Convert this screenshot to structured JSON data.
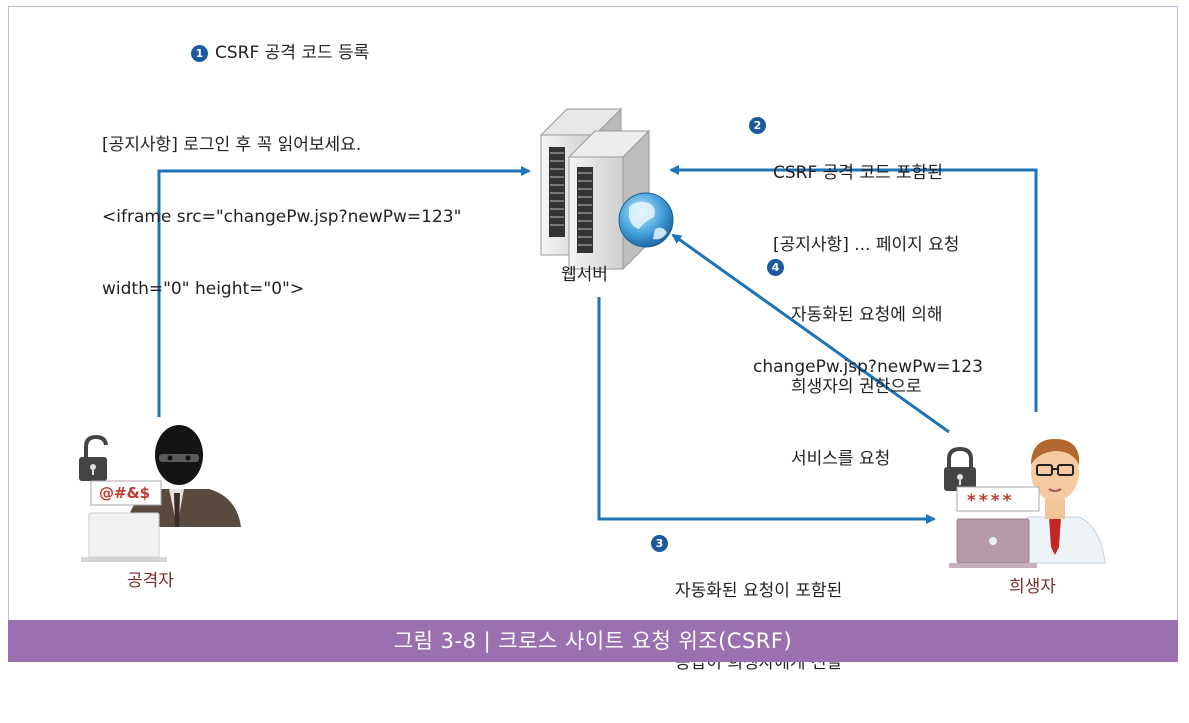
{
  "steps": {
    "step1": {
      "number": "1",
      "text": "CSRF 공격 코드 등록"
    },
    "step2": {
      "number": "2",
      "line1": "CSRF 공격 코드 포함된",
      "line2": "[공지사항] ... 페이지 요청"
    },
    "step3": {
      "number": "3",
      "line1": "자동화된 요청이 포함된",
      "line2": "응답이 희생자에게 전달"
    },
    "step4": {
      "number": "4",
      "line1": "자동화된 요청에 의해",
      "line2": "희생자의 권한으로",
      "line3": "서비스를 요청"
    }
  },
  "attack_code": {
    "line1": "[공지사항] 로그인 후 꼭 읽어보세요.",
    "line2": "<iframe src=\"changePw.jsp?newPw=123\"",
    "line3": "width=\"0\" height=\"0\">"
  },
  "request_url": "changePw.jsp?newPw=123",
  "nodes": {
    "server": "웹서버",
    "attacker": "공격자",
    "victim": "희생자"
  },
  "attacker_password": "@#&$",
  "victim_password": "****",
  "caption": "그림 3-8  |  크로스 사이트 요청 위조(CSRF)",
  "colors": {
    "arrow": "#1f73b7",
    "caption_bg": "#9a70b0",
    "step_badge": "#1c5aa0",
    "password_text": "#c0392b"
  }
}
